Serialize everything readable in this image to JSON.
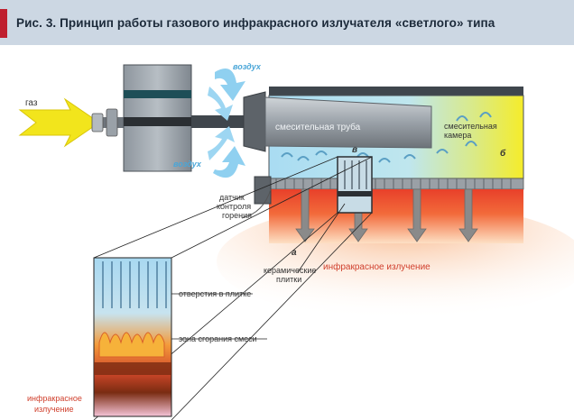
{
  "caption": "Рис. 3. Принцип работы газового инфракрасного излучателя «светлого» типа",
  "labels": {
    "gas": "газ",
    "air_top": "воздух",
    "air_bottom": "воздух",
    "mixing_tube": "смесительная труба",
    "mixing_chamber_line1": "смесительная",
    "mixing_chamber_line2": "камера",
    "marker_b": "б",
    "marker_v": "в",
    "marker_a": "а",
    "sensor_line1": "датчик",
    "sensor_line2": "контроля",
    "sensor_line3": "горения",
    "ceramic_line1": "керамические",
    "ceramic_line2": "плитки",
    "infrared_main": "инфракрасное излучение",
    "tile_holes": "отверстия в плитке",
    "combustion_zone": "зона сгорания смеси",
    "infrared_side_line1": "инфракрасное",
    "infrared_side_line2": "излучение"
  },
  "colors": {
    "caption_bg": "#ccd7e3",
    "caption_accent": "#bf1f2f",
    "gas_arrow": "#f2e51c",
    "air_arrow": "#8fd0f0",
    "flame_orange": "#f07030",
    "tile_gray": "#8a8a8a"
  },
  "icons": {
    "gas_arrow": "yellow-arrow-icon",
    "air_arrows": "blue-curved-arrow-icon",
    "radiation_arrows": "gray-down-arrow-icon"
  }
}
